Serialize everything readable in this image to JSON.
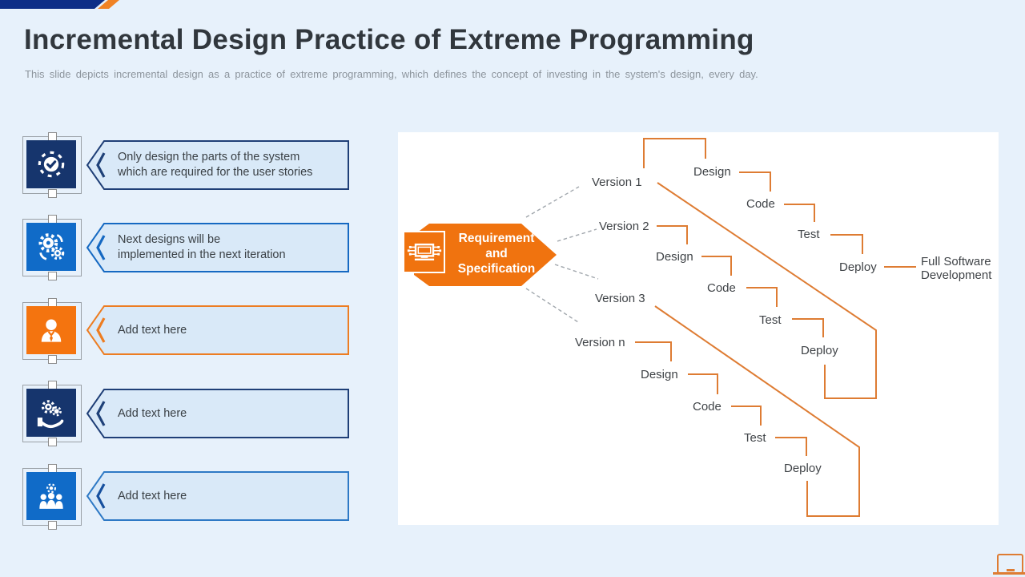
{
  "slide": {
    "title": "Incremental Design Practice of Extreme Programming",
    "subtitle": "This slide depicts incremental design as a practice of extreme programming, which defines the concept of investing in the system's design, every day."
  },
  "left_panel": {
    "items": [
      {
        "icon": "gear-check-icon",
        "variant": "navy",
        "lines": [
          "Only design the parts of the system",
          "which are required for the user stories"
        ]
      },
      {
        "icon": "gears-sync-icon",
        "variant": "blue",
        "lines": [
          "Next designs will be",
          "implemented in the next iteration"
        ]
      },
      {
        "icon": "user-icon",
        "variant": "orange",
        "lines": [
          "Add text here"
        ]
      },
      {
        "icon": "hand-gears-icon",
        "variant": "navy",
        "lines": [
          "Add text here"
        ]
      },
      {
        "icon": "team-icon",
        "variant": "blue",
        "lines": [
          "Add text here"
        ]
      }
    ]
  },
  "diagram": {
    "hexagon_label": {
      "line1": "Requirement",
      "line2": "and",
      "line3": "Specification"
    },
    "versions": {
      "v1": "Version 1",
      "v2": "Version 2",
      "v3": "Version 3",
      "vn": "Version n"
    },
    "cascade1": {
      "design": "Design",
      "code": "Code",
      "test": "Test",
      "deploy": "Deploy"
    },
    "cascade2": {
      "design": "Design",
      "code": "Code",
      "test": "Test",
      "deploy": "Deploy"
    },
    "cascade3": {
      "design": "Design",
      "code": "Code",
      "test": "Test",
      "deploy": "Deploy"
    },
    "end_label": {
      "line1": "Full Software",
      "line2": "Development"
    }
  },
  "colors": {
    "slide_bg": "#E7F1FB",
    "panel_bg": "#FFFFFF",
    "header_navy": "#0D2E87",
    "header_orange": "#F08224",
    "tile_navy": "#16356D",
    "tile_blue": "#106BC8",
    "tile_orange": "#F4740F",
    "box_fill": "#D9E9F8",
    "border_navy": "#1F3F77",
    "border_blue": "#1669C2",
    "border_orange": "#ED7D22",
    "line_orange": "#DE7C33",
    "hexagon_orange": "#F0730F",
    "dashed_gray": "#A0A6AC",
    "title_text": "#31373D",
    "subtitle_text": "#8D959D",
    "body_text": "#3A4045",
    "label_text": "#3F4347"
  }
}
